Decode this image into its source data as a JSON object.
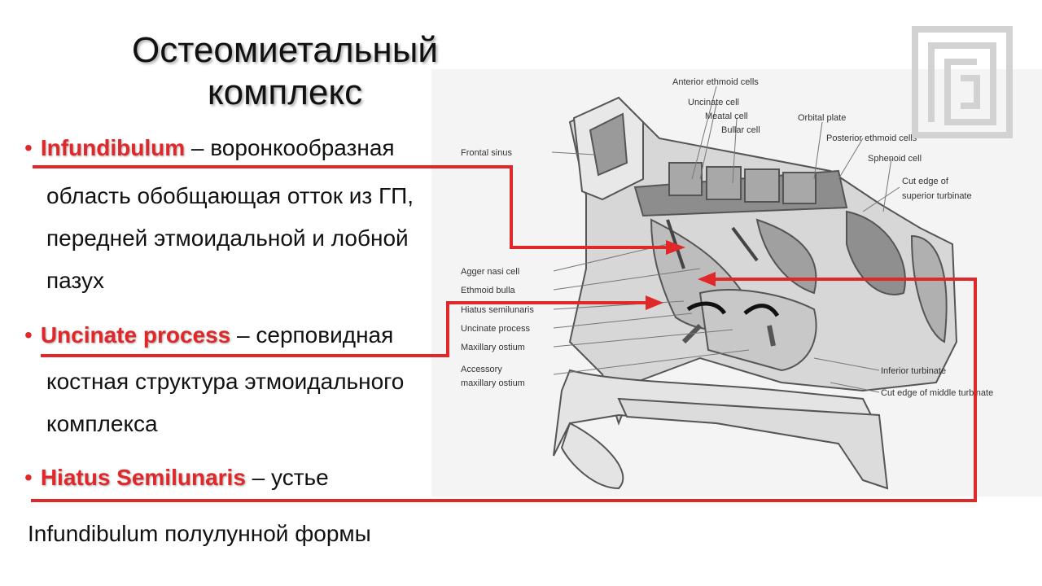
{
  "slide": {
    "title_line1": "Остеомиетальный",
    "title_line2": "комплекс"
  },
  "bullets": [
    {
      "term": "Infundibulum",
      "text_first": " – воронкообразная",
      "text_lines": [
        "область обобщающая отток из ГП,",
        "передней этмоидальной и лобной",
        "пазух"
      ]
    },
    {
      "term": "Uncinate process",
      "text_first": " – серповидная",
      "text_lines": [
        "костная структура этмоидального",
        "комплекса"
      ]
    },
    {
      "term": "Hiatus Semilunaris",
      "text_first": " – устье",
      "text_lines": []
    }
  ],
  "footer_text": "Infundibulum полулунной формы",
  "diagram_labels": {
    "anterior_ethmoid_cells": "Anterior ethmoid cells",
    "uncinate_cell": "Uncinate cell",
    "meatal_cell": "Meatal cell",
    "bullar_cell": "Bullar cell",
    "orbital_plate": "Orbital plate",
    "posterior_ethmoid_cells": "Posterior ethmoid cells",
    "sphenoid_cell": "Sphenoid cell",
    "cut_edge_superior_1": "Cut edge of",
    "cut_edge_superior_2": "superior turbinate",
    "frontal_sinus": "Frontal sinus",
    "agger_nasi_cell": "Agger nasi cell",
    "ethmoid_bulla": "Ethmoid bulla",
    "hiatus_semilunaris": "Hiatus semilunaris",
    "uncinate_process": "Uncinate process",
    "maxillary_ostium": "Maxillary ostium",
    "accessory_1": "Accessory",
    "accessory_2": "maxillary ostium",
    "inferior_turbinate": "Inferior turbinate",
    "cut_edge_middle": "Cut edge of middle turbinate"
  },
  "colors": {
    "accent_red": "#e0272a",
    "diagram_gray": "#bdbdbd"
  },
  "icons": {
    "logo": "maze-logo-icon"
  }
}
